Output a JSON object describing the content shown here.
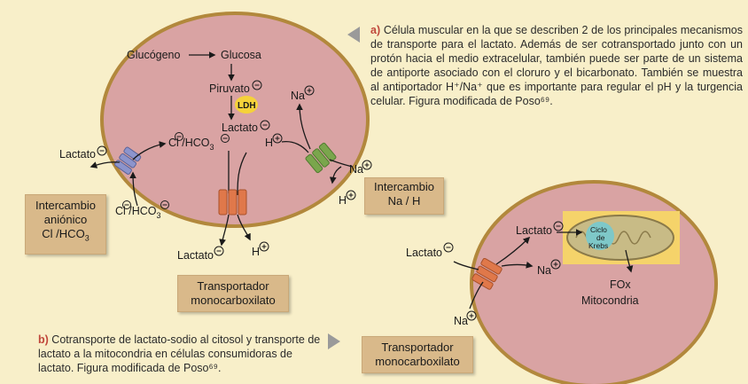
{
  "caption_a": {
    "tag": "a)",
    "text": "Célula muscular en la que se describen 2 de los principales mecanismos de transporte para el lactato. Además de ser cotransportado junto con un protón hacia el medio extracelular, también puede ser parte de un sistema de antiporte asociado con el cloruro y el bicarbonato. También se muestra al antiportador H⁺/Na⁺ que es importante para regular el pH y la turgencia celular. Figura modificada de Poso⁶⁹."
  },
  "caption_b": {
    "tag": "b)",
    "text": "Cotransporte de lactato-sodio al citosol y transporte de lactato a la mitocondria en células consumidoras de lactato. Figura modificada de Poso⁶⁹."
  },
  "cell_a": {
    "glucogeno": "Glucógeno",
    "glucosa": "Glucosa",
    "piruvato": "Piruvato",
    "ldh": "LDH",
    "lactato_in": "Lactato",
    "cl_hco3_in": "Cl /HCO",
    "h_in": "H",
    "na_in": "Na",
    "lactato_out_left": "Lactato",
    "cl_hco3_out": "Cl /HCO",
    "lactato_out_bottom": "Lactato",
    "h_out_bottom": "H",
    "na_out": "Na",
    "h_out_right": "H"
  },
  "cell_b": {
    "lactato_out": "Lactato",
    "na_out": "Na",
    "lactato_in": "Lactato",
    "na_in": "Na",
    "ciclo_line1": "Ciclo",
    "ciclo_line2": "de",
    "ciclo_line3": "Krebs",
    "fox": "FOx",
    "mitocondria": "Mitocondria"
  },
  "boxes": {
    "intercambio_anionico_1": "Intercambio",
    "intercambio_anionico_2": "aniónico",
    "intercambio_anionico_3": "Cl /HCO",
    "intercambio_na_h_1": "Intercambio",
    "intercambio_na_h_2": "Na / H",
    "transportador_a_1": "Transportador",
    "transportador_a_2": "monocarboxilato",
    "transportador_b_1": "Transportador",
    "transportador_b_2": "monocarboxilato"
  },
  "colors": {
    "background": "#f8efc9",
    "cell_fill": "#d9a3a3",
    "cell_stroke": "#b2883c",
    "label_box": "#d9b98a",
    "anion_exchanger": "#8c94cc",
    "na_h_exchanger": "#7aa64c",
    "monocarboxylate": "#e0784a",
    "mito_box": "#f5d36a",
    "mito_fill": "#c8bb86",
    "krebs": "#7ec8c8",
    "ldh": "#f5d23a"
  }
}
